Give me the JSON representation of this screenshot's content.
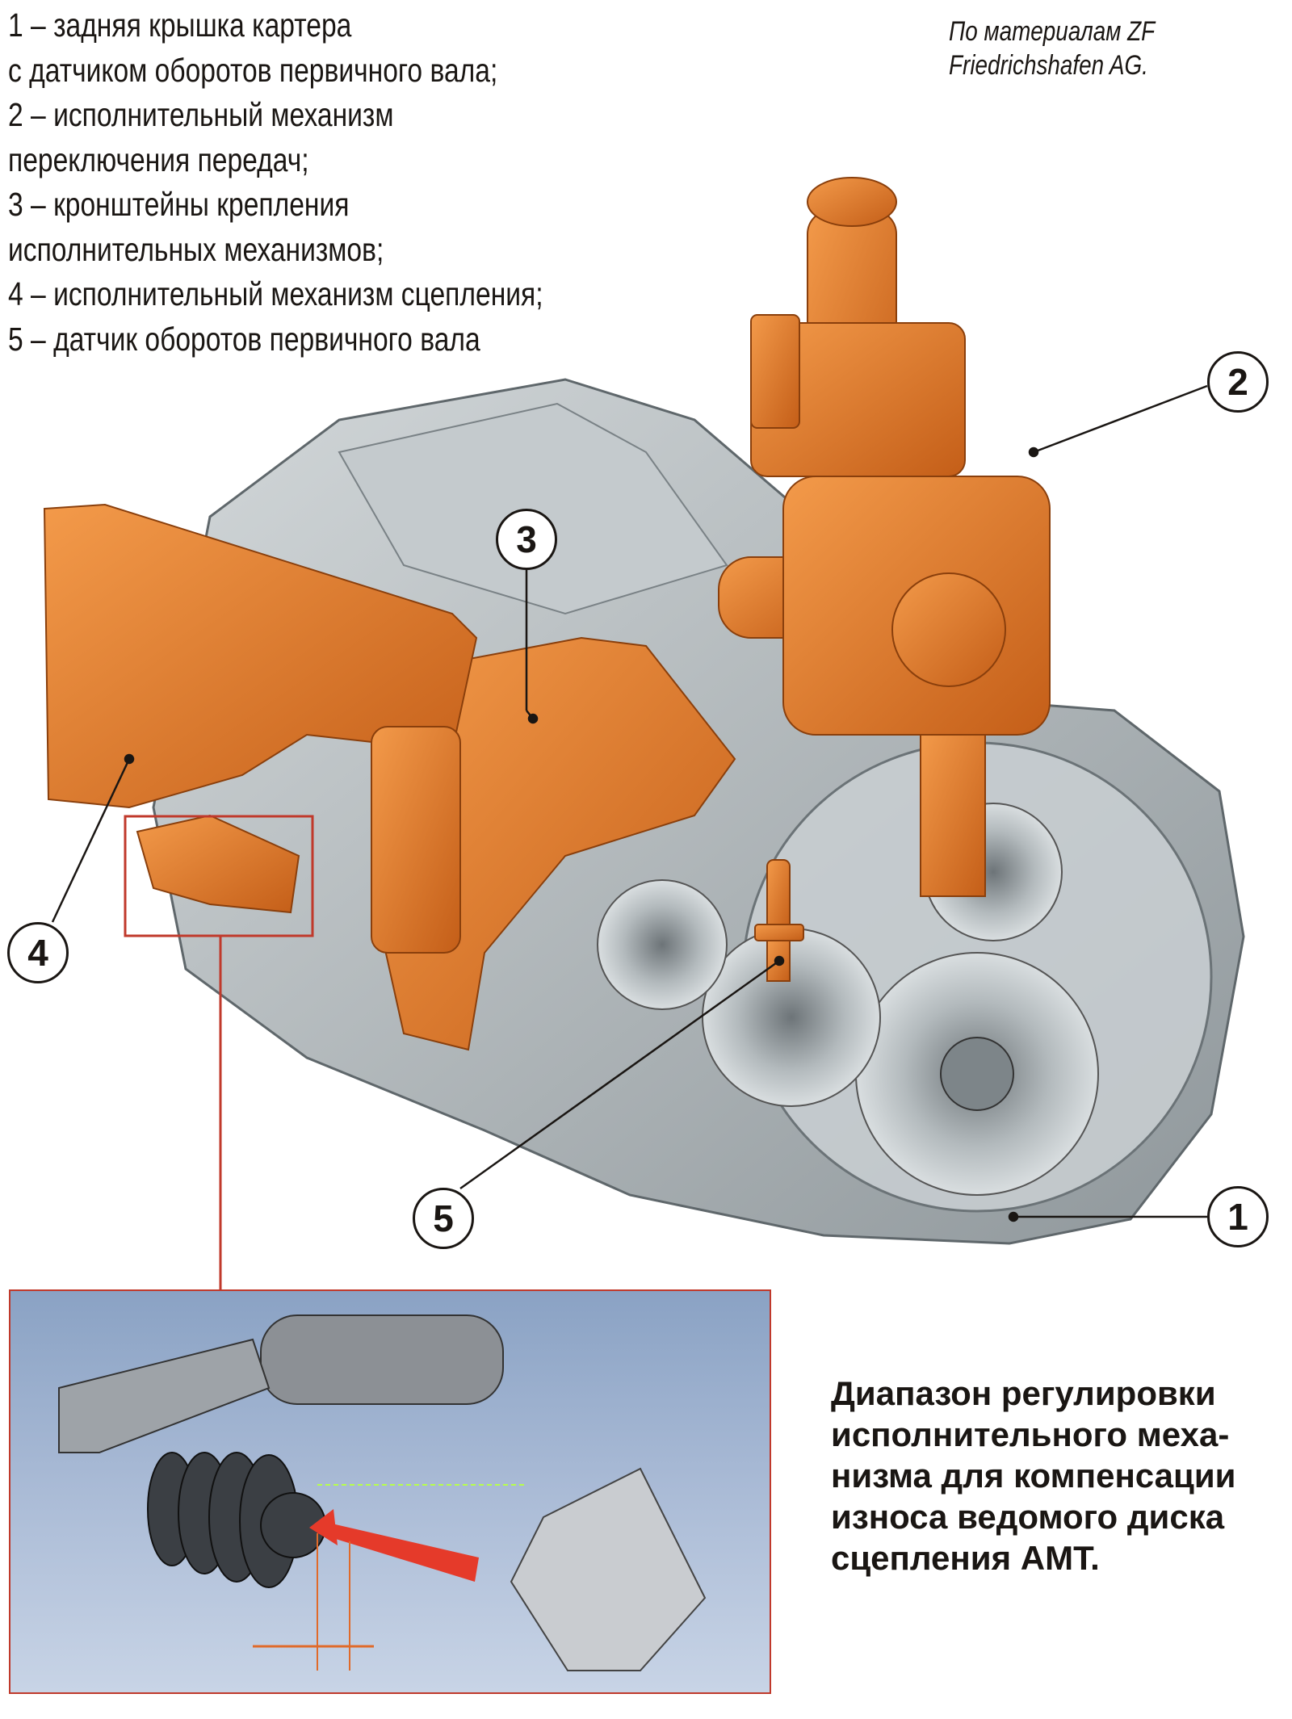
{
  "legend": {
    "lines": [
      "1 – задняя крышка картера",
      "с датчиком оборотов первичного вала;",
      "2 – исполнительный механизм",
      "переключения передач;",
      "3 – кронштейны крепления",
      "исполнительных механизмов;",
      "4 – исполнительный механизм сцепления;",
      "5 – датчик оборотов первичного вала"
    ]
  },
  "credit": {
    "line1": "По материалам ZF",
    "line2": "Friedrichshafen AG."
  },
  "callouts": [
    "1",
    "2",
    "3",
    "4",
    "5"
  ],
  "caption": {
    "lines": [
      "Диапазон регулировки",
      "исполнительного меха-",
      "низма для компенсации",
      "износа ведомого диска",
      "сцепления AMT."
    ]
  },
  "colors": {
    "orange": "#e07a2e",
    "housing": "#b9bfc2",
    "frame": "#c0392b"
  }
}
